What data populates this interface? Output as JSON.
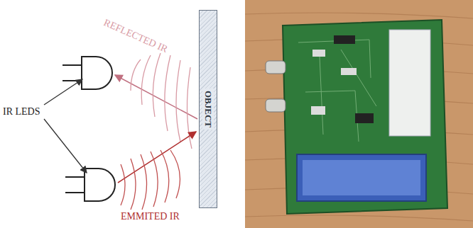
{
  "diagram": {
    "nodes": [
      {
        "text": [
          "OBJECT"
        ]
      }
    ],
    "labels": [
      "IR LEDS",
      "REFLECTED IR",
      "EMMITED IR"
    ]
  }
}
